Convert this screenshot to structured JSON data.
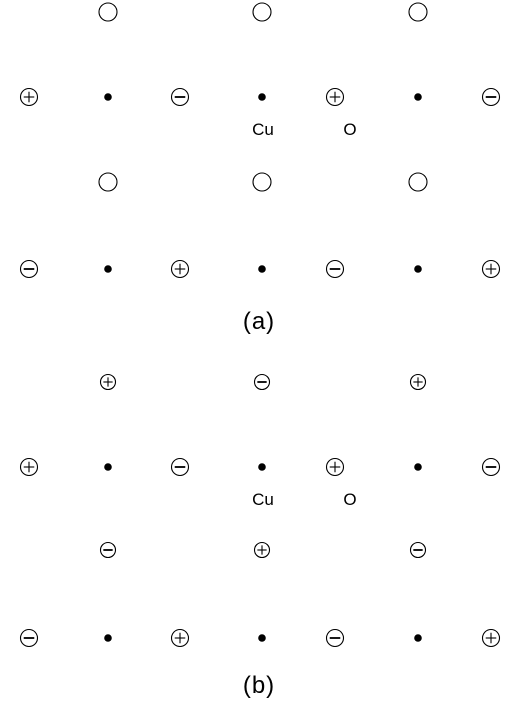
{
  "panels": [
    {
      "label": "(a)",
      "atom_labels": {
        "cu": "Cu",
        "o": "O"
      },
      "rows": [
        [
          "",
          "empty",
          "",
          "empty",
          "",
          "empty",
          ""
        ],
        [
          "plus",
          "dot",
          "minus",
          "dot",
          "plus",
          "dot",
          "minus"
        ],
        [
          "",
          "empty",
          "",
          "empty",
          "",
          "empty",
          ""
        ],
        [
          "minus",
          "dot",
          "plus",
          "dot",
          "minus",
          "dot",
          "plus"
        ]
      ]
    },
    {
      "label": "(b)",
      "atom_labels": {
        "cu": "Cu",
        "o": "O"
      },
      "rows": [
        [
          "",
          "plus",
          "",
          "minus",
          "",
          "plus",
          ""
        ],
        [
          "plus",
          "dot",
          "minus",
          "dot",
          "plus",
          "dot",
          "minus"
        ],
        [
          "",
          "minus",
          "",
          "plus",
          "",
          "minus",
          ""
        ],
        [
          "minus",
          "dot",
          "plus",
          "dot",
          "minus",
          "dot",
          "plus"
        ]
      ]
    }
  ]
}
